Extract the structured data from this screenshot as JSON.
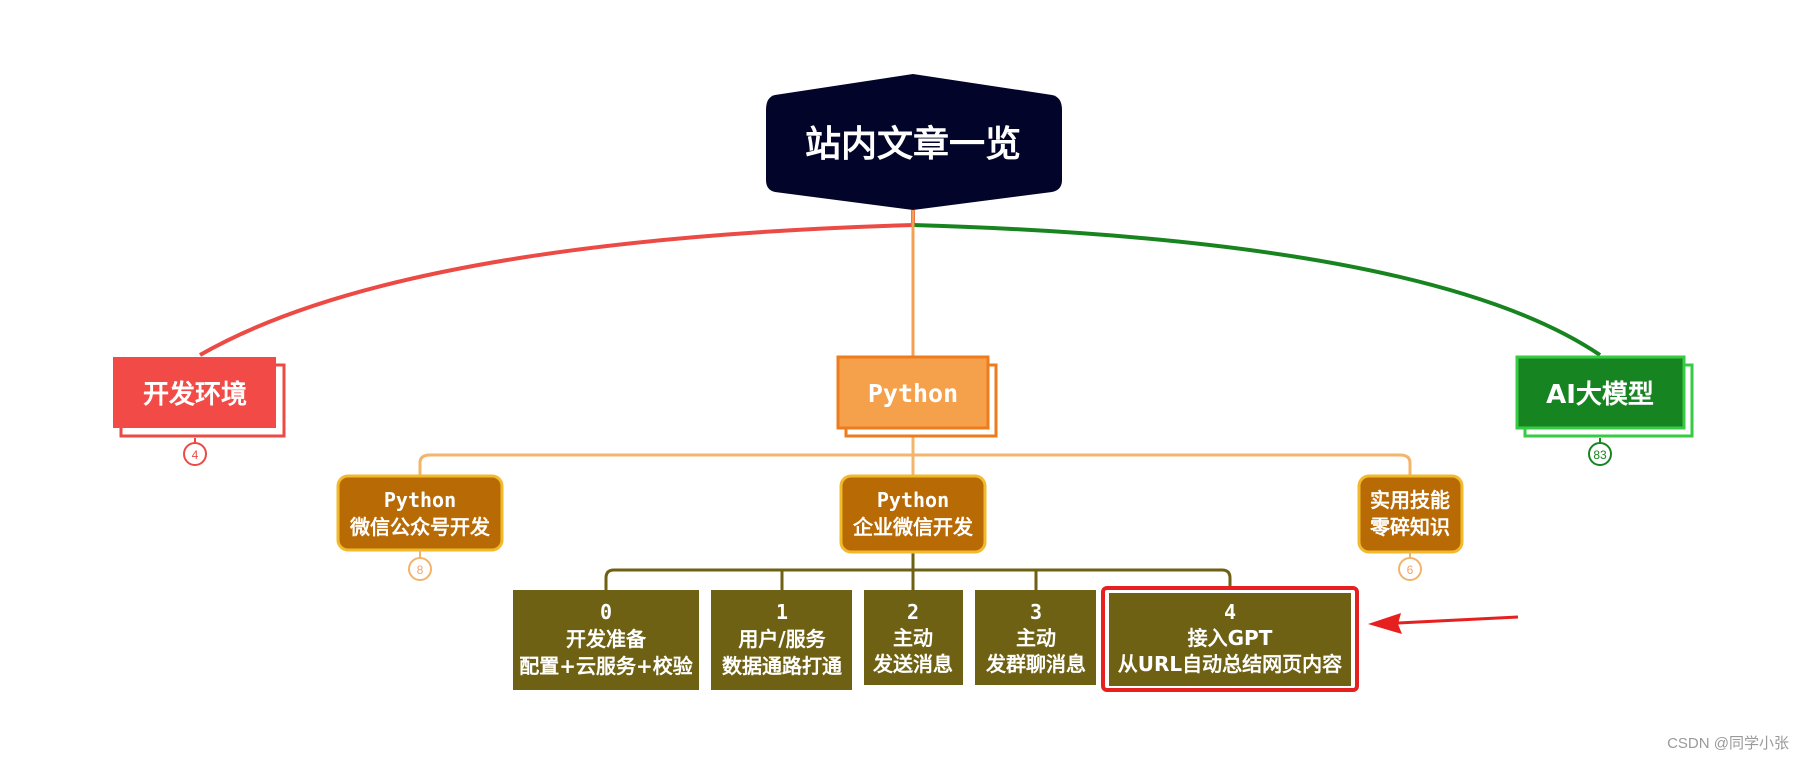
{
  "root": {
    "title": "站内文章一览"
  },
  "branches": {
    "dev_env": {
      "label": "开发环境",
      "count": "4",
      "color": "#f24a46"
    },
    "python": {
      "label": "Python",
      "color": "#f5a04b",
      "border": "#ee7b1c"
    },
    "ai": {
      "label": "AI大模型",
      "count": "83",
      "color": "#168420",
      "border": "#35cc43"
    }
  },
  "python_children": [
    {
      "line1": "Python",
      "line2": "微信公众号开发",
      "count": "8"
    },
    {
      "line1": "Python",
      "line2": "企业微信开发",
      "count": ""
    },
    {
      "line1": "实用技能",
      "line2": "零碎知识",
      "count": "6"
    }
  ],
  "wecom_children": [
    {
      "num": "0",
      "line1": "开发准备",
      "line2": "配置+云服务+校验"
    },
    {
      "num": "1",
      "line1": "用户/服务",
      "line2": "数据通路打通"
    },
    {
      "num": "2",
      "line1": "主动",
      "line2": "发送消息"
    },
    {
      "num": "3",
      "line1": "主动",
      "line2": "发群聊消息"
    },
    {
      "num": "4",
      "line1": "接入GPT",
      "line2": "从URL自动总结网页内容"
    }
  ],
  "highlighted_index": 4,
  "colors": {
    "root_bg": "#020529",
    "child_bg": "#b86a04",
    "child_border": "#f2b92c",
    "leaf_bg": "#6e6113",
    "leaf_line": "#6e6113",
    "highlight": "#e61f1f",
    "arrow": "#e61f1f"
  },
  "watermark": "CSDN @同学小张"
}
